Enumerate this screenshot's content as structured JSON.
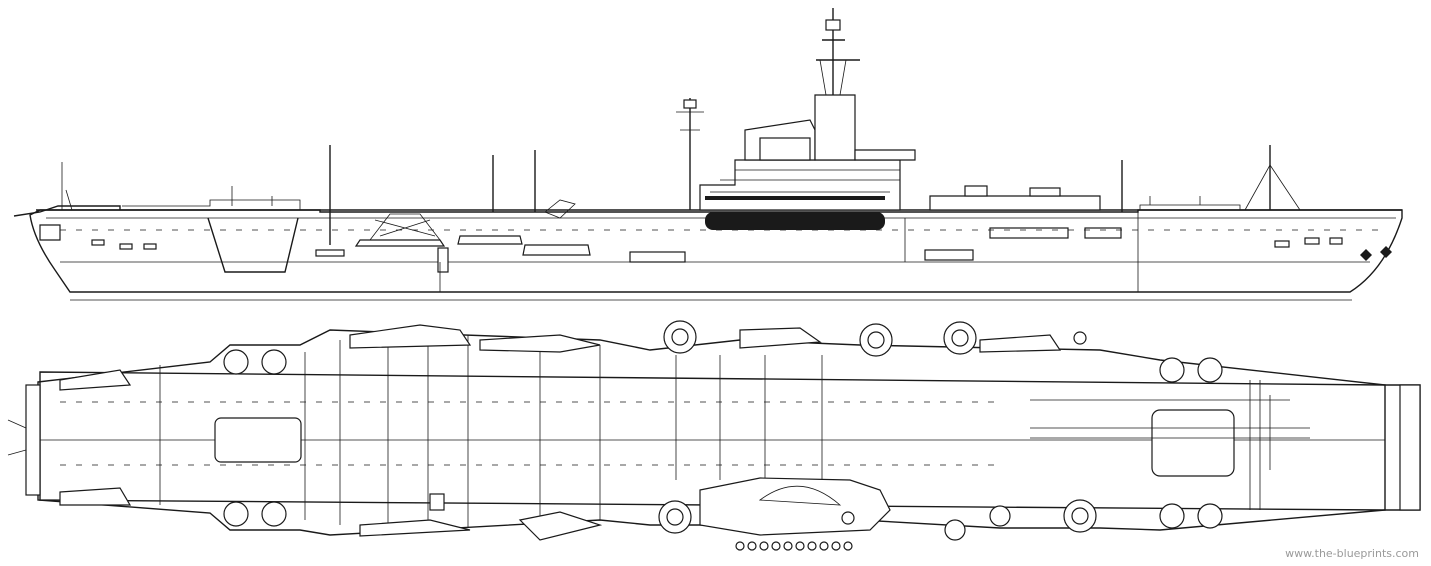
{
  "drawing": {
    "subject": "aircraft-carrier",
    "views": [
      "profile",
      "plan"
    ],
    "line_color": "#1a1a1a",
    "background": "#ffffff"
  },
  "watermark": {
    "text": "www.the-blueprints.com",
    "color": "#9a9a9a"
  }
}
